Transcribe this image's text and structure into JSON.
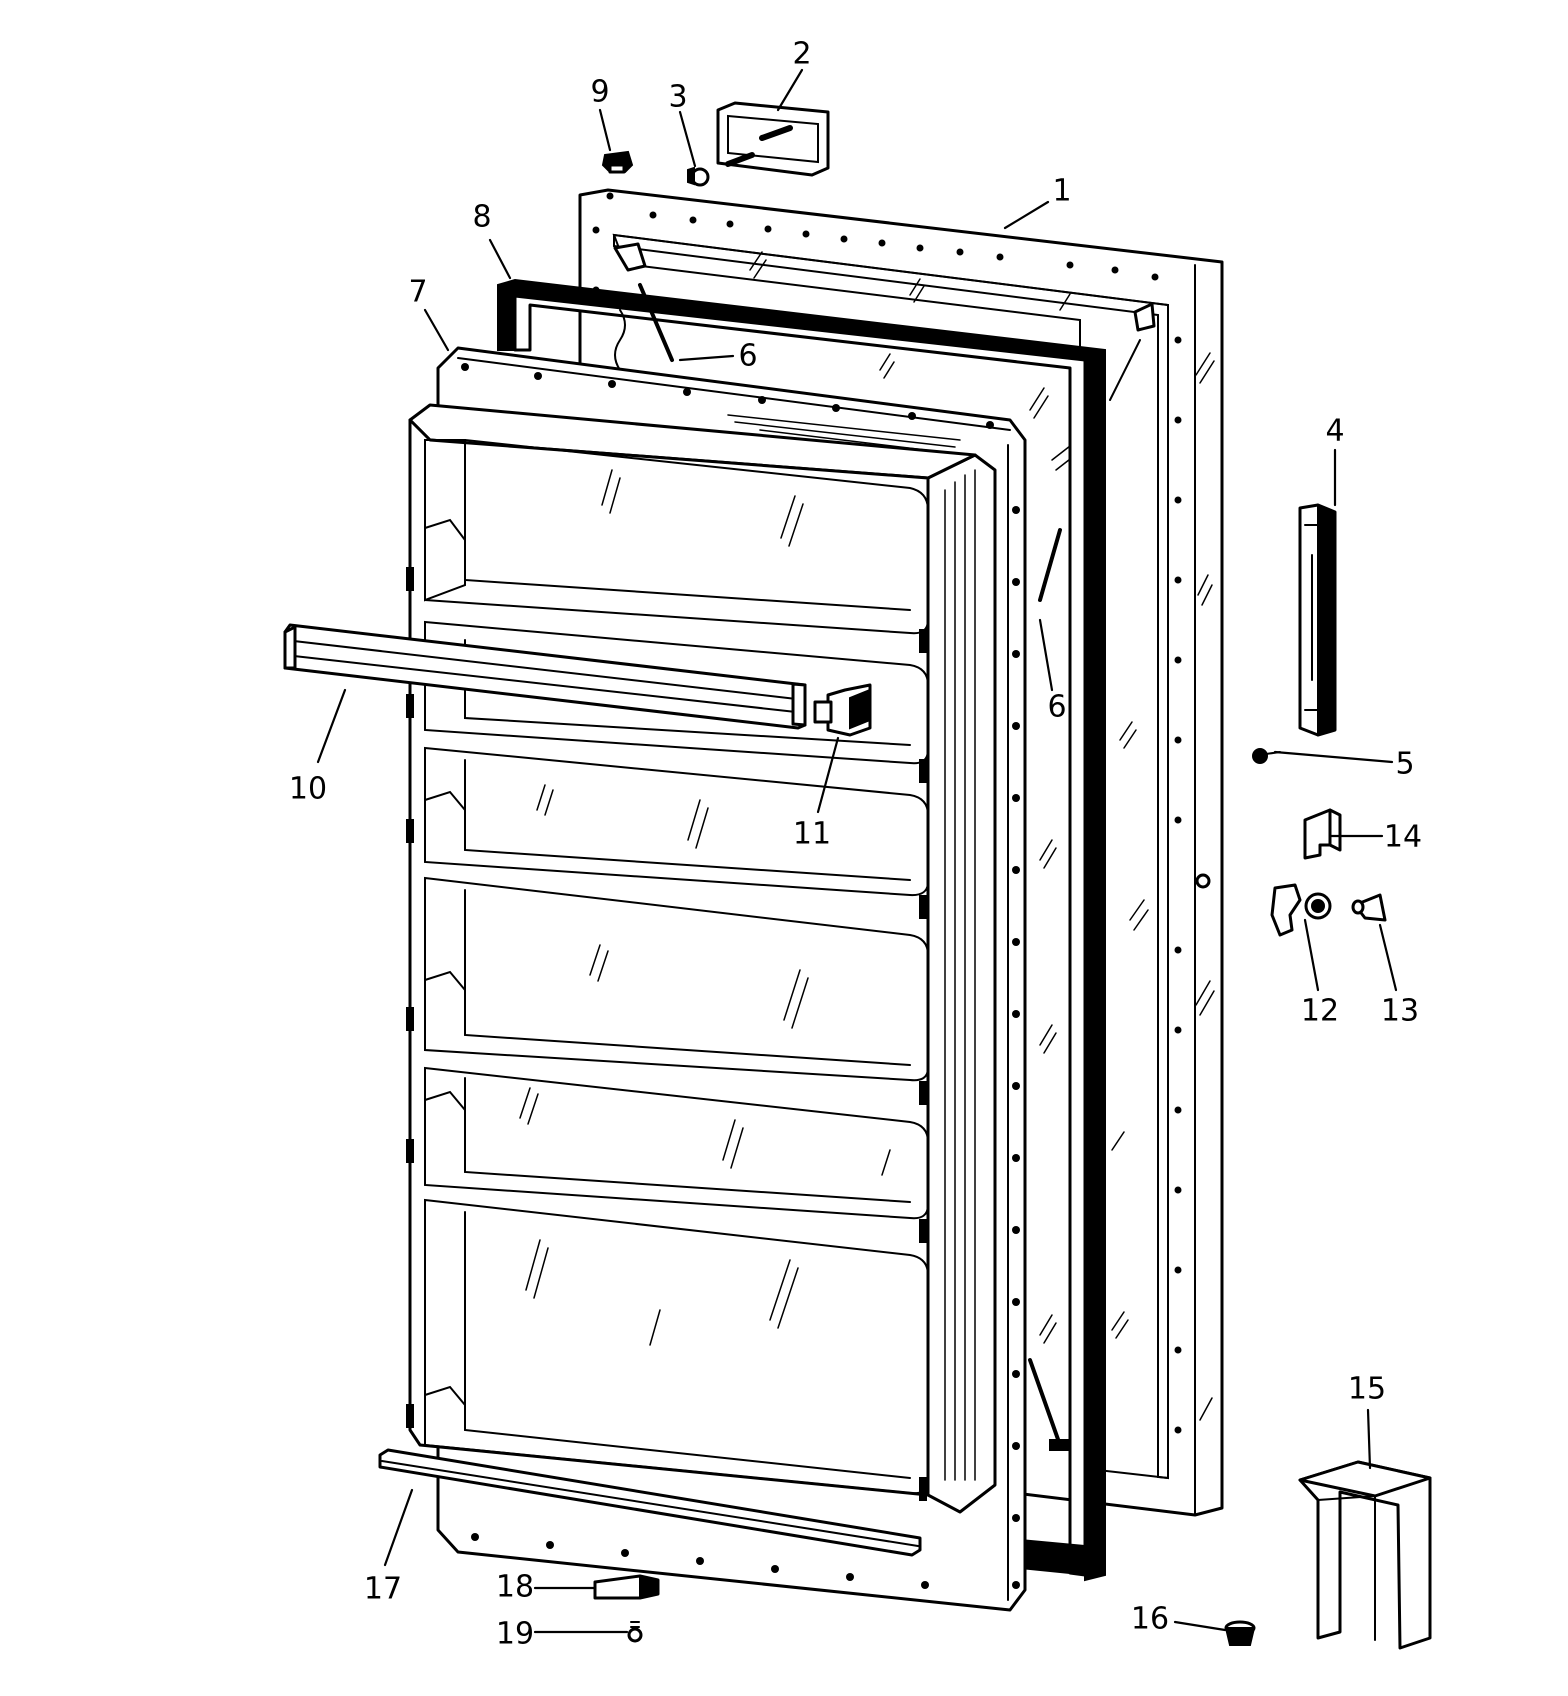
{
  "diagram": {
    "callouts": [
      {
        "id": "1",
        "label": "1"
      },
      {
        "id": "2",
        "label": "2"
      },
      {
        "id": "3",
        "label": "3"
      },
      {
        "id": "4",
        "label": "4"
      },
      {
        "id": "5",
        "label": "5"
      },
      {
        "id": "6a",
        "label": "6"
      },
      {
        "id": "6b",
        "label": "6"
      },
      {
        "id": "7",
        "label": "7"
      },
      {
        "id": "8",
        "label": "8"
      },
      {
        "id": "9",
        "label": "9"
      },
      {
        "id": "10",
        "label": "10"
      },
      {
        "id": "11",
        "label": "11"
      },
      {
        "id": "12",
        "label": "12"
      },
      {
        "id": "13",
        "label": "13"
      },
      {
        "id": "14",
        "label": "14"
      },
      {
        "id": "15",
        "label": "15"
      },
      {
        "id": "16",
        "label": "16"
      },
      {
        "id": "17",
        "label": "17"
      },
      {
        "id": "18",
        "label": "18"
      },
      {
        "id": "19",
        "label": "19"
      }
    ]
  }
}
